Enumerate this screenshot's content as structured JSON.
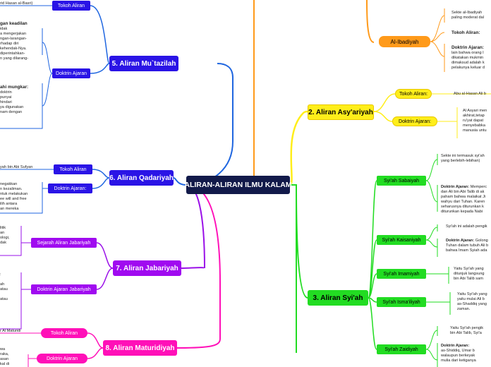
{
  "central": "ALIRAN-ALIRAN ILMU KALAM",
  "main_topics": {
    "mutazilah": "5. Aliran Mu`tazilah",
    "qadariyah": "6. Aliran Qadariyah",
    "jabariyah": "7. Aliran Jabariyah",
    "maturidiyah": "8. Aliran Maturidiyah",
    "asyariyah": "2. Aliran Asy'ariyah",
    "syiah": "3. Aliran Syi'ah",
    "ibadiyah": "Al-Ibadiyah"
  },
  "left": {
    "mutazilah_tokoh": "Tokoh Aliran",
    "mutazilah_tokoh_text": "rid Hasan al-Basri)",
    "mutazilah_doktrin": "Doktrin Ajaran",
    "mutazilah_doktrin_title": "gan keadilan",
    "mutazilah_doktrin_text": "idak\na mengerjakan\nngan-larangan-\nrhadap diri\nkehendak-Nya.\ndiperintahkan-\nn yang dilarang-",
    "mutazilah_amar_title": "ahi mungkar:",
    "mutazilah_amar_text": "doktrin\npunyai\nhindari\nya digunakan\nnam dengan",
    "qadariyah_tokoh": "Tokoh Aliran",
    "qadariyah_tokoh_text": "yah bin Abi Sufyan",
    "qadariyah_doktrin": "Doktrin Ajaran:",
    "qadariyah_doktrin_text": "negakkan\nn kezaliman.\nntuk melakukan\nee will and free\nilih antara\nan mereka",
    "jabariyah_sejarah": "Sejarah Aliran Jabariyah",
    "jabariyah_sejarah_text": "litik\nan\nologi,\ndak",
    "jabariyah_doktrin": "Doktrin Ajaran Jabariyah",
    "jabariyah_doktrin_text": ":\n\nah\natau\n\natau",
    "maturidiyah_tokoh": "Tokoh Aliran",
    "maturidiyah_tokoh_text": "r Al Maturidi",
    "maturidiyah_doktrin": "Doktrin Ajaran",
    "maturidiyah_doktrin_text": "wa\nraka,\nasan\nkal di"
  },
  "right": {
    "ibadiyah_text_1": "Sekte al-Ibadiyah\npaling moderat dal",
    "ibadiyah_tokoh": "Tokoh Aliran:",
    "ibadiyah_doktrin_title": "Doktrin Ajaran:",
    "ibadiyah_doktrin_text": "lain bahwa orang I\ndikatakan mukmin\ndimaksud adalah k\npelakunya keluar d",
    "asyariyah_tokoh": "Tokoh Aliran:",
    "asyariyah_tokoh_text": "Abu al-Hasan Ali b",
    "asyariyah_doktrin": "Doktrin Ajaran:",
    "asyariyah_doktrin_text": "Al Asyari men\nakhirat,tetap\nru'yat dapat\nmenyebabka\nmanusia untu",
    "syiah_sabaiyah": "Syi'ah Sabaiyah",
    "syiah_sabaiyah_text_1": "Sekte ini termasuk syi'ah\nyang berlebih-lebihan)",
    "syiah_sabaiyah_doktrin_title": "Doktrin Ajaran:",
    "syiah_sabaiyah_doktrin_text": " Memperc\ndan Ali bin Abi Talib di ak\npaham bahwa malaikat Ji\nwahyu dari Tuhan. Karen\nseharusnya diturunkan k\nditurunkan kepada Nabi",
    "syiah_kaisaniyah": "Syi'ah Kaisaniyah",
    "syiah_kaisaniyah_text_1": "Syi'ah ini adalah pengik",
    "syiah_kaisaniyah_doktrin_title": "Doktrin Ajaran:",
    "syiah_kaisaniyah_doktrin_text": " Golong\nTuhan dalam tubuh Ali b\nbahwa Imam Syiah ada",
    "syiah_imamiyah": "Syi'ah Imamiyah",
    "syiah_imamiyah_text": "Yaitu Syi'ah yang\nditunjuk langsung\nbin Abi Talib sam",
    "syiah_ismailiyah": "Syi'ah Isma'iliyah",
    "syiah_ismailiyah_text": "Yaitu Syi'ah yang\nyaitu mulai Ali b\nas-Shaddiq yang\nzaman.",
    "syiah_zaidiyah": "Syi'ah Zaidiyah",
    "syiah_zaidiyah_text_1": "Yaitu Syi'ah pengik\nbin Abi Talib, Syi'a",
    "syiah_zaidiyah_doktrin_title": "Doktrin Ajaran:",
    "syiah_zaidiyah_doktrin_text": "\nas-Shiddiq, Umar b\nwalaupun berkeyak\nmulia dari ketiganya"
  },
  "colors": {
    "central": "#121a4a",
    "blue": "#2a14e6",
    "violet": "#a00af0",
    "magenta": "#ff10b8",
    "yellow": "#ffee1a",
    "green": "#22dc22",
    "orange": "#ff9a1a",
    "blue_line": "#1f66e0"
  }
}
